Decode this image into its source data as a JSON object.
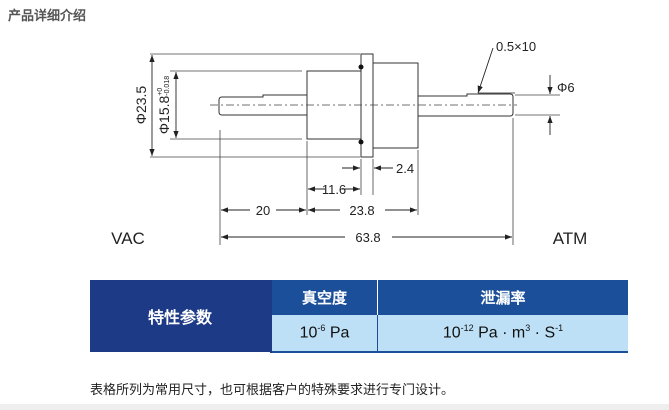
{
  "header": {
    "title": "产品详细介绍"
  },
  "drawing": {
    "dim_flange_dia": "Φ23.5",
    "dim_body_dia": "Φ15.8",
    "dim_body_tol_upper": "+0",
    "dim_body_tol_lower": "-0.018",
    "dim_thread": "0.5×10",
    "dim_pin_dia": "Φ6",
    "dim_flange_thk": "2.4",
    "dim_body_len": "11.6",
    "dim_left_pin": "20",
    "dim_mid": "23.8",
    "dim_total": "63.8",
    "label_vac": "VAC",
    "label_atm": "ATM"
  },
  "table": {
    "row_header": "特性参数",
    "columns": [
      "真空度",
      "泄漏率"
    ],
    "vacuum": {
      "base": "10",
      "exp": "-6",
      "unit": "Pa"
    },
    "leak": {
      "base": "10",
      "exp": "-12",
      "unit1": "Pa · m",
      "exp2": "3",
      "unit2": " · S",
      "exp3": "-1"
    }
  },
  "note": "表格所列为常用尺寸，也可根据客户的特殊要求进行专门设计。"
}
